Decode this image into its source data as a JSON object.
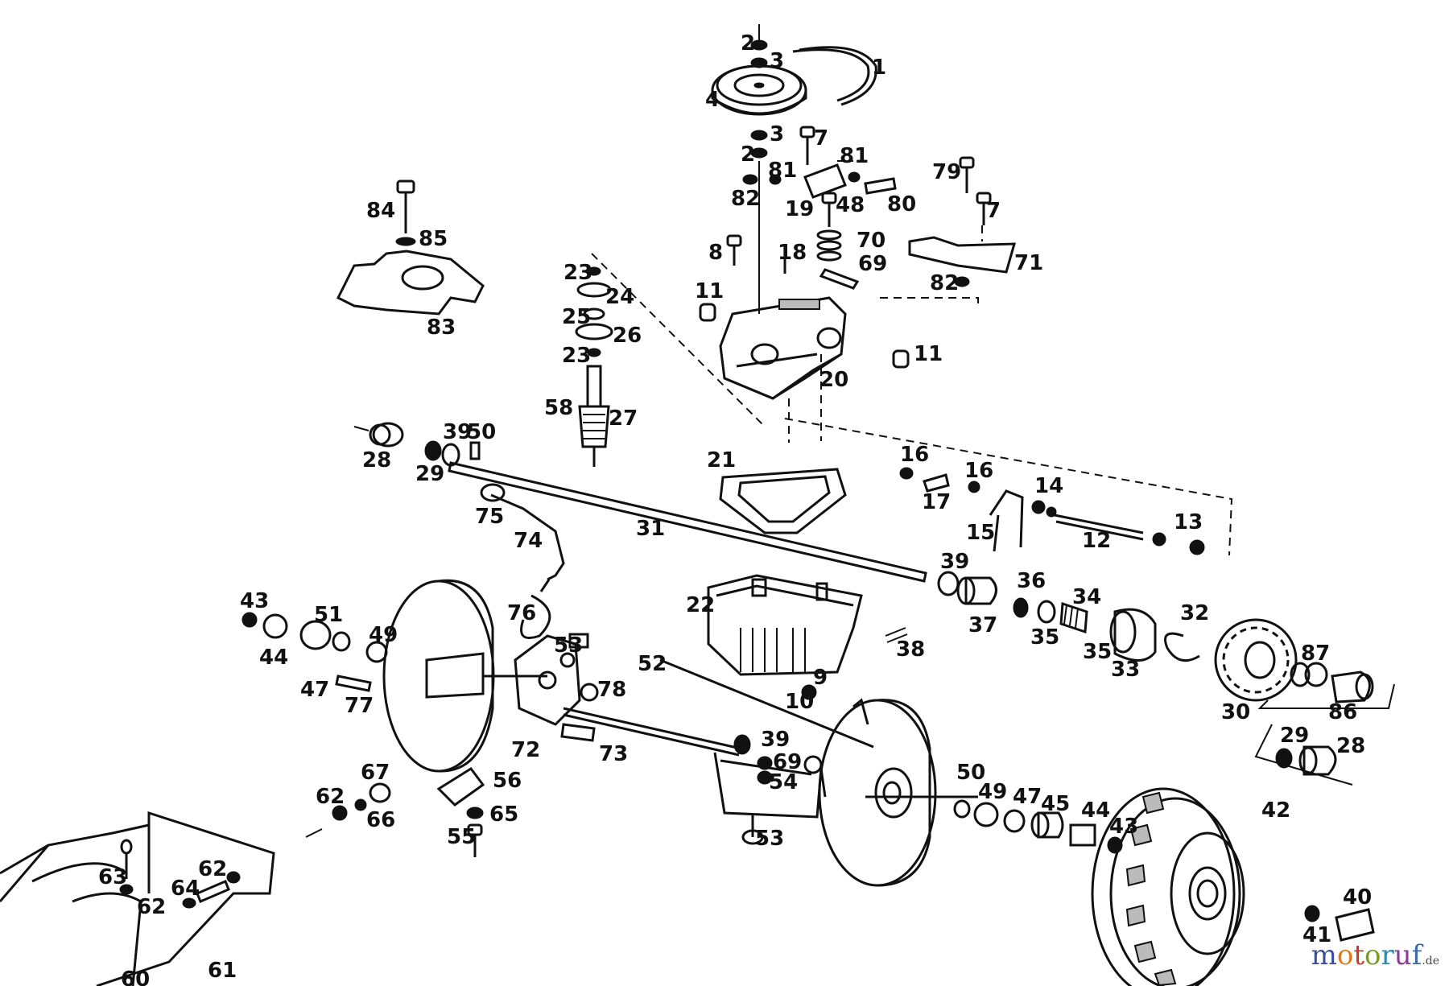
{
  "diagram": {
    "part_labels": [
      {
        "id": "p1",
        "text": "1"
      },
      {
        "id": "p2a",
        "text": "2"
      },
      {
        "id": "p3a",
        "text": "3"
      },
      {
        "id": "p4",
        "text": "4"
      },
      {
        "id": "p3b",
        "text": "3"
      },
      {
        "id": "p2b",
        "text": "2"
      },
      {
        "id": "p7a",
        "text": "7"
      },
      {
        "id": "p81a",
        "text": "81"
      },
      {
        "id": "p81b",
        "text": "81"
      },
      {
        "id": "p82a",
        "text": "82"
      },
      {
        "id": "p19",
        "text": "19"
      },
      {
        "id": "p80",
        "text": "80"
      },
      {
        "id": "p79",
        "text": "79"
      },
      {
        "id": "p7b",
        "text": "7"
      },
      {
        "id": "p48",
        "text": "48"
      },
      {
        "id": "p70",
        "text": "70"
      },
      {
        "id": "p69a",
        "text": "69"
      },
      {
        "id": "p71",
        "text": "71"
      },
      {
        "id": "p82b",
        "text": "82"
      },
      {
        "id": "p8",
        "text": "8"
      },
      {
        "id": "p18",
        "text": "18"
      },
      {
        "id": "p11a",
        "text": "11"
      },
      {
        "id": "p11b",
        "text": "11"
      },
      {
        "id": "p20",
        "text": "20"
      },
      {
        "id": "p84",
        "text": "84"
      },
      {
        "id": "p85",
        "text": "85"
      },
      {
        "id": "p83",
        "text": "83"
      },
      {
        "id": "p23a",
        "text": "23"
      },
      {
        "id": "p24",
        "text": "24"
      },
      {
        "id": "p25",
        "text": "25"
      },
      {
        "id": "p26",
        "text": "26"
      },
      {
        "id": "p23b",
        "text": "23"
      },
      {
        "id": "p58",
        "text": "58"
      },
      {
        "id": "p27",
        "text": "27"
      },
      {
        "id": "p28a",
        "text": "28"
      },
      {
        "id": "p29a",
        "text": "29"
      },
      {
        "id": "p39a",
        "text": "39"
      },
      {
        "id": "p50a",
        "text": "50"
      },
      {
        "id": "p21",
        "text": "21"
      },
      {
        "id": "p16a",
        "text": "16"
      },
      {
        "id": "p16b",
        "text": "16"
      },
      {
        "id": "p17",
        "text": "17"
      },
      {
        "id": "p14",
        "text": "14"
      },
      {
        "id": "p15",
        "text": "15"
      },
      {
        "id": "p12",
        "text": "12"
      },
      {
        "id": "p13",
        "text": "13"
      },
      {
        "id": "p75",
        "text": "75"
      },
      {
        "id": "p74",
        "text": "74"
      },
      {
        "id": "p31",
        "text": "31"
      },
      {
        "id": "p39b",
        "text": "39"
      },
      {
        "id": "p36a",
        "text": "36"
      },
      {
        "id": "p34",
        "text": "34"
      },
      {
        "id": "p32",
        "text": "32"
      },
      {
        "id": "p22",
        "text": "22"
      },
      {
        "id": "p37",
        "text": "37"
      },
      {
        "id": "p35a",
        "text": "35"
      },
      {
        "id": "p35b",
        "text": "35"
      },
      {
        "id": "p33",
        "text": "33"
      },
      {
        "id": "p38",
        "text": "38"
      },
      {
        "id": "p87",
        "text": "87"
      },
      {
        "id": "p43a",
        "text": "43"
      },
      {
        "id": "p51",
        "text": "51"
      },
      {
        "id": "p49a",
        "text": "49"
      },
      {
        "id": "p44a",
        "text": "44"
      },
      {
        "id": "p47a",
        "text": "47"
      },
      {
        "id": "p77",
        "text": "77"
      },
      {
        "id": "p76",
        "text": "76"
      },
      {
        "id": "p53a",
        "text": "53"
      },
      {
        "id": "p52",
        "text": "52"
      },
      {
        "id": "p78",
        "text": "78"
      },
      {
        "id": "p9",
        "text": "9"
      },
      {
        "id": "p10",
        "text": "10"
      },
      {
        "id": "p30",
        "text": "30"
      },
      {
        "id": "p86",
        "text": "86"
      },
      {
        "id": "p72",
        "text": "72"
      },
      {
        "id": "p73",
        "text": "73"
      },
      {
        "id": "p39c",
        "text": "39"
      },
      {
        "id": "p69b",
        "text": "69"
      },
      {
        "id": "p54",
        "text": "54"
      },
      {
        "id": "p29b",
        "text": "29"
      },
      {
        "id": "p28b",
        "text": "28"
      },
      {
        "id": "p67",
        "text": "67"
      },
      {
        "id": "p56",
        "text": "56"
      },
      {
        "id": "p62a",
        "text": "62"
      },
      {
        "id": "p66",
        "text": "66"
      },
      {
        "id": "p65",
        "text": "65"
      },
      {
        "id": "p50b",
        "text": "50"
      },
      {
        "id": "p49b",
        "text": "49"
      },
      {
        "id": "p47b",
        "text": "47"
      },
      {
        "id": "p45",
        "text": "45"
      },
      {
        "id": "p44b",
        "text": "44"
      },
      {
        "id": "p43b",
        "text": "43"
      },
      {
        "id": "p42",
        "text": "42"
      },
      {
        "id": "p55",
        "text": "55"
      },
      {
        "id": "p53b",
        "text": "53"
      },
      {
        "id": "p63",
        "text": "63"
      },
      {
        "id": "p62b",
        "text": "62"
      },
      {
        "id": "p64",
        "text": "64"
      },
      {
        "id": "p62c",
        "text": "62"
      },
      {
        "id": "p60",
        "text": "60"
      },
      {
        "id": "p61",
        "text": "61"
      },
      {
        "id": "p40",
        "text": "40"
      },
      {
        "id": "p41",
        "text": "41"
      }
    ]
  },
  "watermark": {
    "parts": [
      "m",
      "o",
      "t",
      "o",
      "r",
      "u",
      "f"
    ],
    "suffix": ".de"
  }
}
